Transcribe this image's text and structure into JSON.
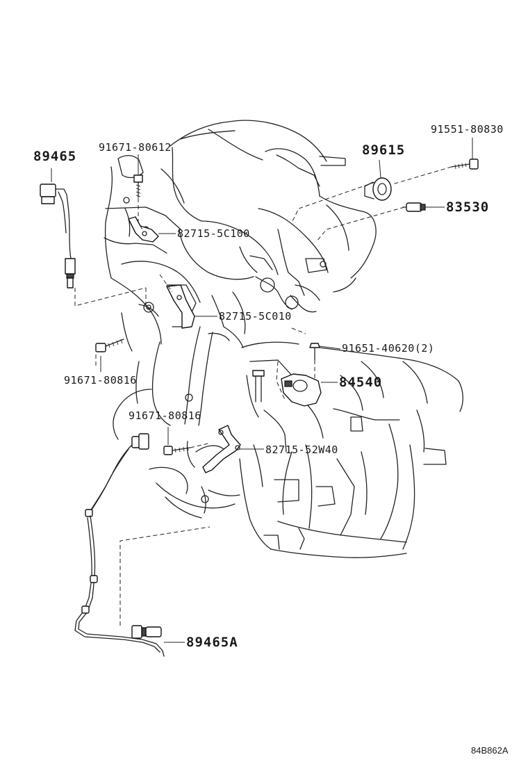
{
  "diagram": {
    "code": "84B862A",
    "parts": [
      {
        "id": "p89465",
        "number": "89465"
      },
      {
        "id": "p91671_80612",
        "number": "91671-80612"
      },
      {
        "id": "p89615",
        "number": "89615"
      },
      {
        "id": "p91551_80830",
        "number": "91551-80830"
      },
      {
        "id": "p83530",
        "number": "83530"
      },
      {
        "id": "p82715_5C100",
        "number": "82715-5C100"
      },
      {
        "id": "p82715_5C010",
        "number": "82715-5C010"
      },
      {
        "id": "p91651_40620",
        "number": "91651-40620(2)"
      },
      {
        "id": "p91671_80816_a",
        "number": "91671-80816"
      },
      {
        "id": "p84540",
        "number": "84540"
      },
      {
        "id": "p91671_80816_b",
        "number": "91671-80816"
      },
      {
        "id": "p82715_52W40",
        "number": "82715-52W40"
      },
      {
        "id": "p89465A",
        "number": "89465A"
      }
    ]
  }
}
